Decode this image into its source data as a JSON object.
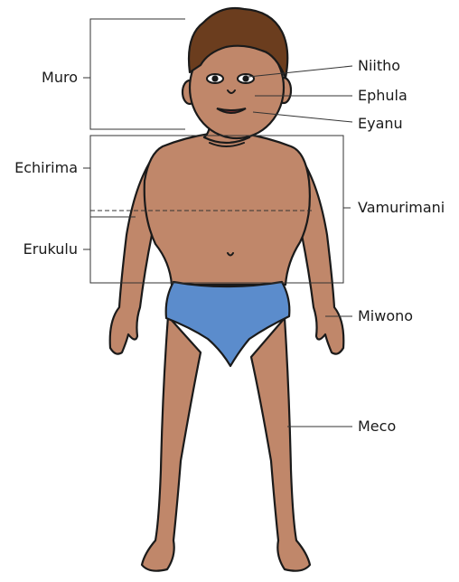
{
  "labels": {
    "muro": "Muro",
    "echirima": "Echirima",
    "erukulu": "Erukulu",
    "niitho": "Niitho",
    "ephula": "Ephula",
    "eyanu": "Eyanu",
    "vamurimani": "Vamurimani",
    "miwono": "Miwono",
    "meco": "Meco"
  },
  "colors": {
    "skin": "#c0876a",
    "skin_shadow": "#a86f54",
    "hair": "#6b3d1e",
    "diaper": "#5b8ccc",
    "outline": "#1a1a1a",
    "leader": "#333333",
    "mouth": "#7a2e2e"
  }
}
